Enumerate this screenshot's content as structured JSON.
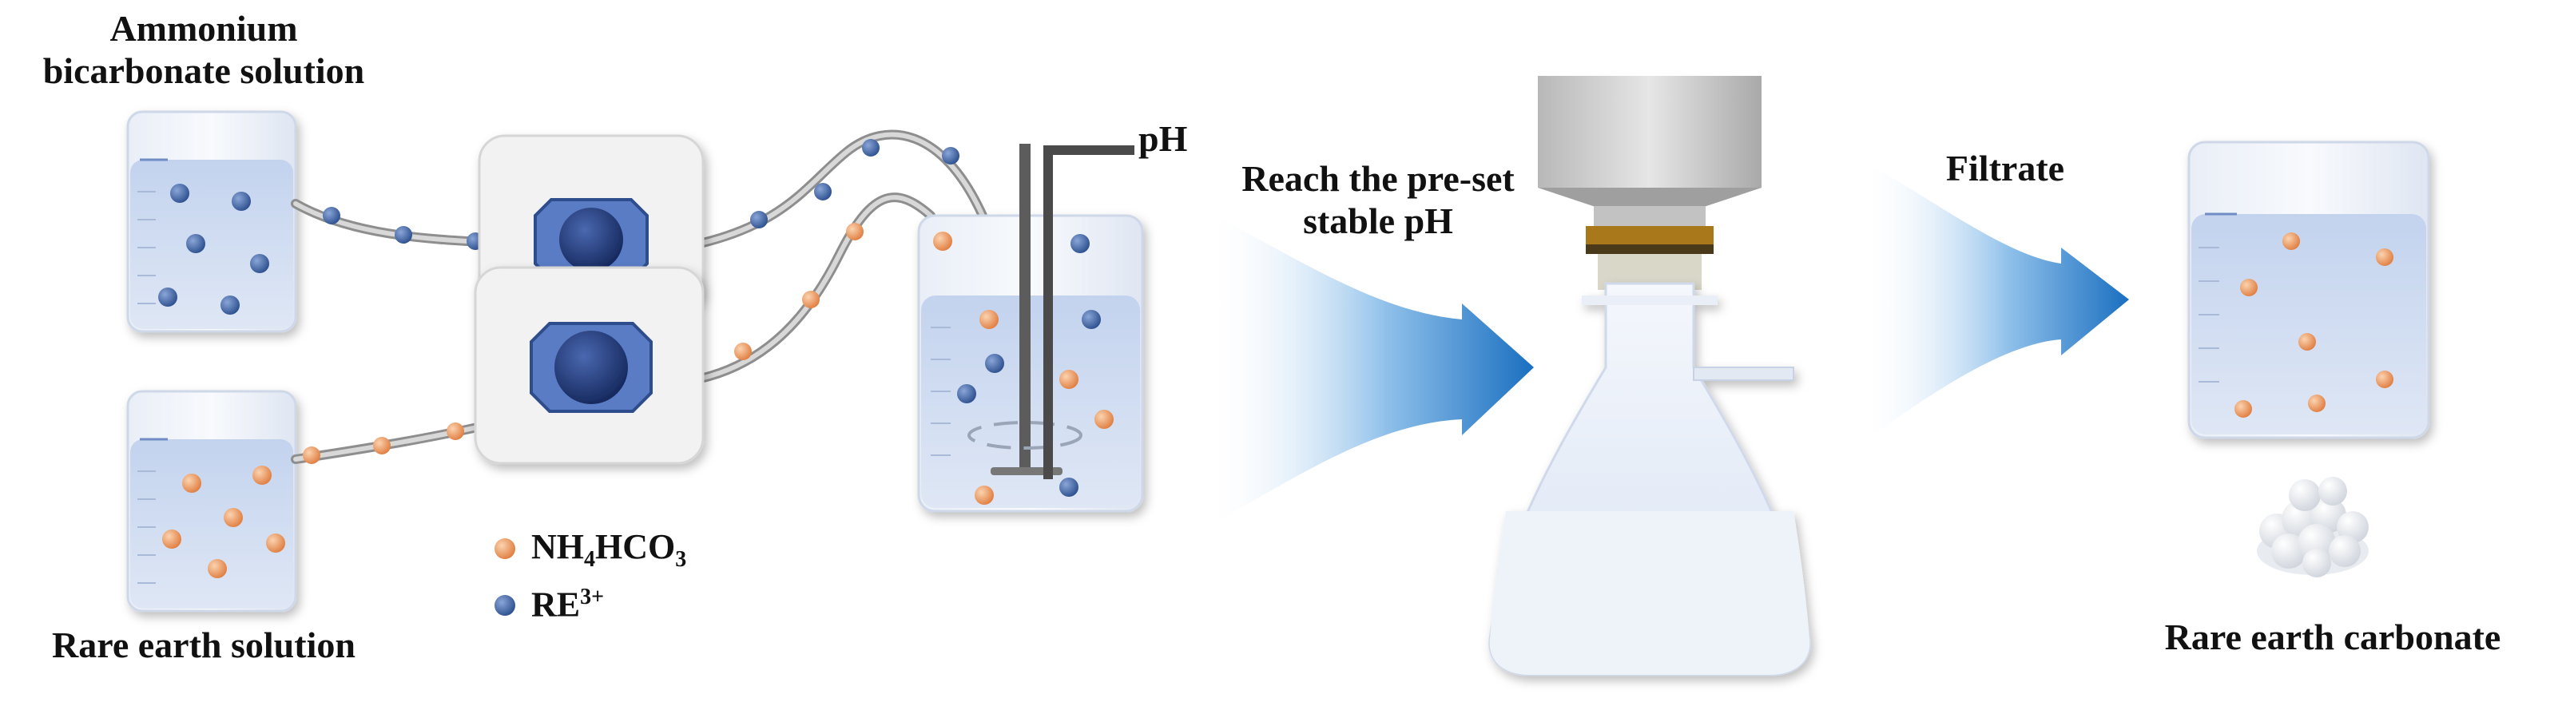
{
  "labels": {
    "ammonium_line1": "Ammonium",
    "ammonium_line2": "bicarbonate solution",
    "rare_earth_solution": "Rare earth solution",
    "ph": "pH",
    "reach_line1": "Reach the pre-set",
    "reach_line2": "stable pH",
    "filtrate": "Filtrate",
    "rare_earth_carbonate": "Rare earth carbonate"
  },
  "legend": {
    "nh4hco3": {
      "p1": "NH",
      "s1": "4",
      "p2": "HCO",
      "s2": "3"
    },
    "re": {
      "base": "RE",
      "sup": "3+"
    }
  },
  "colors": {
    "orange_particle": "#e8955a",
    "blue_particle": "#3d5f9e",
    "arrow_dark": "#1a6fc0",
    "beaker_liquid": "#c9d7ef"
  }
}
